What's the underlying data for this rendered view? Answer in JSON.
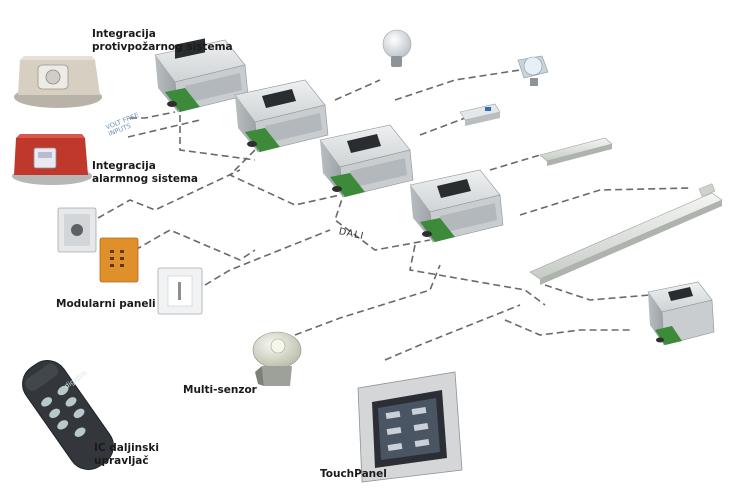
{
  "labels": {
    "fire_line1": "Integracija",
    "fire_line2": "protivpožarnog sistema",
    "alarm_line1": "Integracija",
    "alarm_line2": "alarmnog sistema",
    "panels": "Modularni paneli",
    "sensor": "Multi-senzor",
    "remote_line1": "IC daljinski",
    "remote_line2": "upravljač",
    "touch": "TouchPanel",
    "dali": "DALI",
    "volt_line1": "VOLT FREE",
    "volt_line2": "INPUTS",
    "remote_brand": "digidim"
  },
  "colors": {
    "module_body": "#d9dcde",
    "module_green": "#3c8a3a",
    "wire": "#6a6a6a",
    "panel_orange": "#e0902a",
    "alarm_red": "#c0382c"
  }
}
